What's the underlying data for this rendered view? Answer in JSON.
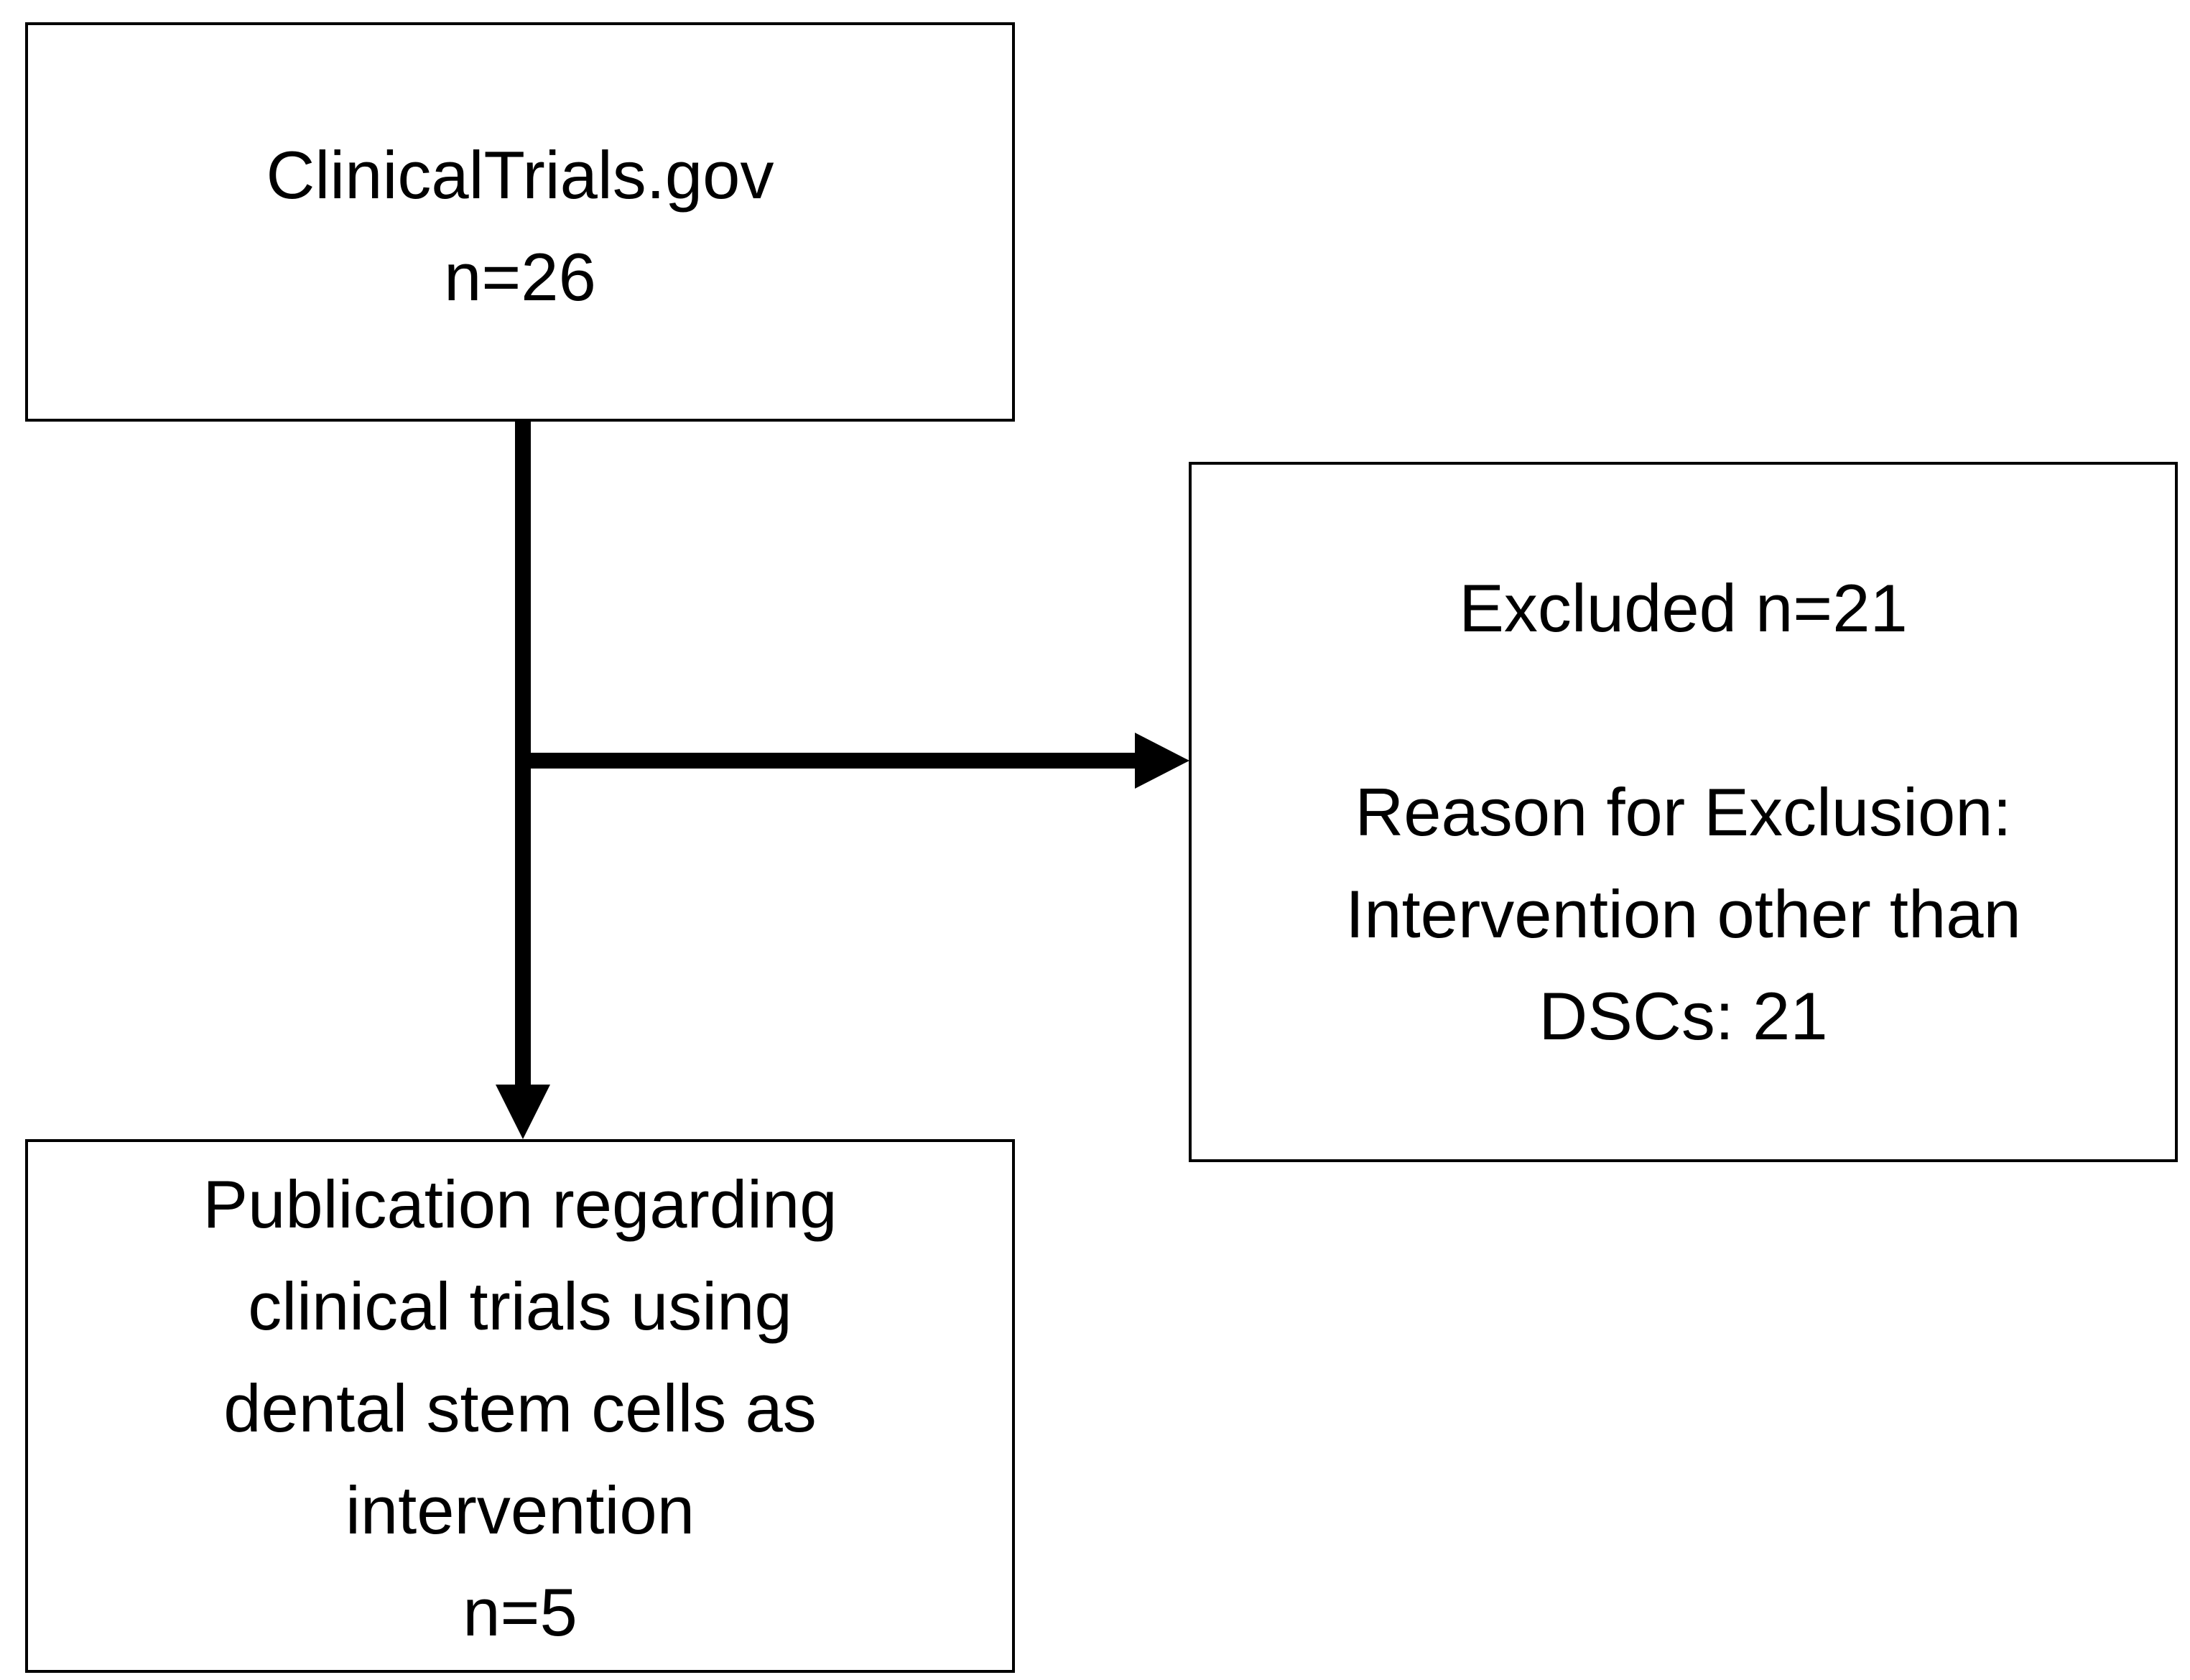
{
  "flowchart": {
    "source_box": {
      "lines": [
        "ClinicalTrials.gov",
        "n=26"
      ]
    },
    "excluded_box": {
      "heading": "Excluded n=21",
      "reason_lines": [
        "Reason for Exclusion:",
        "Intervention other than",
        "DSCs: 21"
      ]
    },
    "included_box": {
      "lines": [
        "Publication regarding",
        "clinical trials using",
        "dental stem cells as",
        "intervention",
        "n=5"
      ]
    }
  }
}
